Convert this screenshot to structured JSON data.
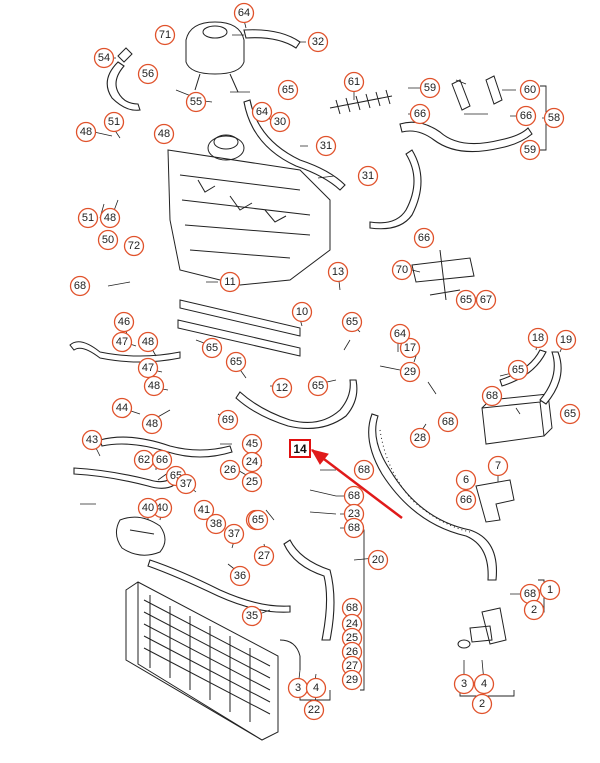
{
  "diagram": {
    "highlight": {
      "label": "14"
    },
    "callouts": [
      "64",
      "71",
      "32",
      "54",
      "56",
      "55",
      "65",
      "61",
      "59",
      "60",
      "66",
      "66",
      "58",
      "59",
      "48",
      "51",
      "48",
      "64",
      "30",
      "31",
      "31",
      "50",
      "51",
      "48",
      "66",
      "72",
      "11",
      "13",
      "70",
      "65",
      "67",
      "68",
      "10",
      "65",
      "46",
      "47",
      "48",
      "65",
      "47",
      "48",
      "65",
      "12",
      "65",
      "40",
      "17",
      "29",
      "18",
      "19",
      "64",
      "65",
      "68",
      "65",
      "44",
      "69",
      "48",
      "43",
      "45",
      "14",
      "68",
      "24",
      "26",
      "62",
      "66",
      "65",
      "25",
      "68",
      "23",
      "68",
      "37",
      "65",
      "28",
      "68",
      "7",
      "6",
      "66",
      "40",
      "41",
      "38",
      "37",
      "65",
      "27",
      "20",
      "36",
      "1",
      "68",
      "2",
      "35",
      "68",
      "24",
      "25",
      "26",
      "27",
      "29",
      "3",
      "4",
      "22",
      "3",
      "4",
      "2"
    ]
  },
  "colors": {
    "callout_ring": "#e0522b",
    "highlight": "#e01010",
    "arrow": "#e01a1a",
    "line": "#222222"
  }
}
